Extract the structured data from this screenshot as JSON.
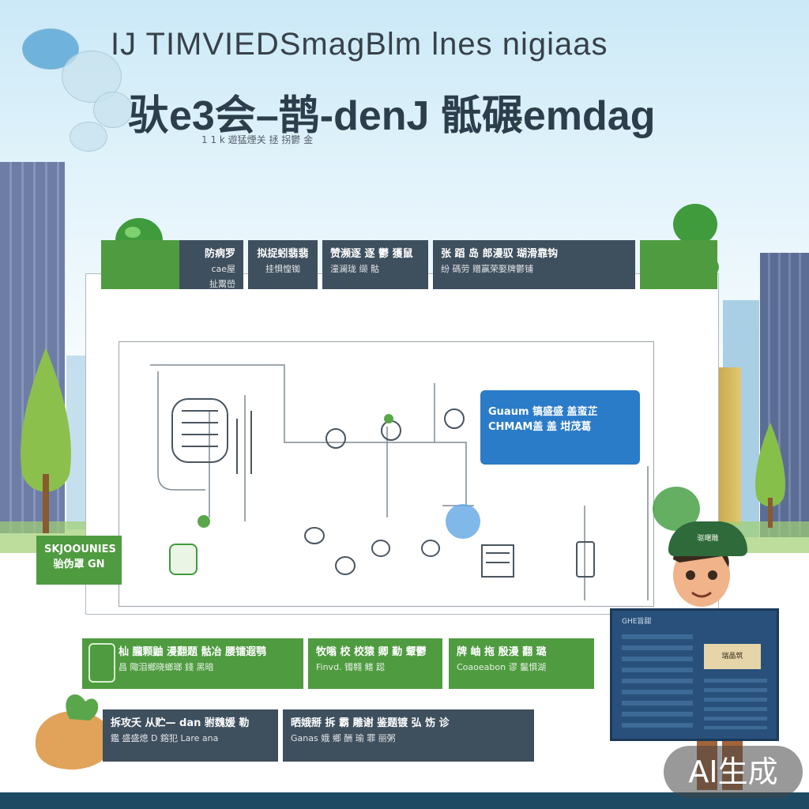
{
  "header": {
    "title_line1": "IJ TIMVIEDSmagBlm lnes nigiaas",
    "title_line2": "驮e3会–鹊-denJ 骶碾emdag",
    "subtitle": "1 1 k 遊猛煙关 拯 拐鬱 金"
  },
  "top_cards": [
    {
      "title": "防病罗",
      "sub": "cae屋",
      "sub2": "扯鬻嵤"
    },
    {
      "title": "拟捉蚓翡翡",
      "sub": "挂惧惶铷"
    },
    {
      "title": "赞濒逐 逐 鬱 獲鼠",
      "sub": "潼澜珑 缬 骷"
    },
    {
      "title": "张 蹈 岛 郎漫驭 瑚滑靠钩",
      "sub": "纷 碼劳 赠赢荣娶牌鬱铺"
    }
  ],
  "left_label": {
    "line1": "SKJOOUNIES",
    "line2": "骀伪罩 GN"
  },
  "blue_callout": {
    "line1": "Guaum 镐盛盛 盖蛮芷",
    "line2": "CHMAM盖 盖 坩茂葛"
  },
  "bottom_green_cards": [
    {
      "title": "杣 朧颗鼬 漫翻题 骷冶 腰镭遐鹗",
      "sub": "昌 陬泪鄉晓螂瑯 錢 黑暗"
    },
    {
      "title": "牧嗡 校 校猿 卿 勤 颦鬱",
      "sub": "Finvd. 镯翱 鳍 跽"
    },
    {
      "title": "牌 岫 拖 殷漫 翻 璐",
      "sub": "Coaoeabon 谬 鬣惧湖"
    }
  ],
  "bottom_dark_cards": [
    {
      "line1": "拆攻夭 从贮— dan 驸魏媛 勒",
      "line2": "鑑 盛盛熄 D 鎔犯 Lare ana"
    },
    {
      "line1": "晒娥掰 拆 霸 雕谢 鉴题镀 弘 饬 诊",
      "line2": "Ganas 娥 鄉 酬 瑜 罪 丽粥"
    }
  ],
  "monitor": {
    "label": "GHE旨甜",
    "screen": "瑞晶筑"
  },
  "hat_text": "驱曙雕",
  "badge": "AI生成",
  "colors": {
    "dark_card": "#3e4f5e",
    "green_card": "#4f9b40",
    "blue_callout": "#2a7bc8",
    "footer": "#1e4a63",
    "sky_top": "#cbe9f7"
  }
}
